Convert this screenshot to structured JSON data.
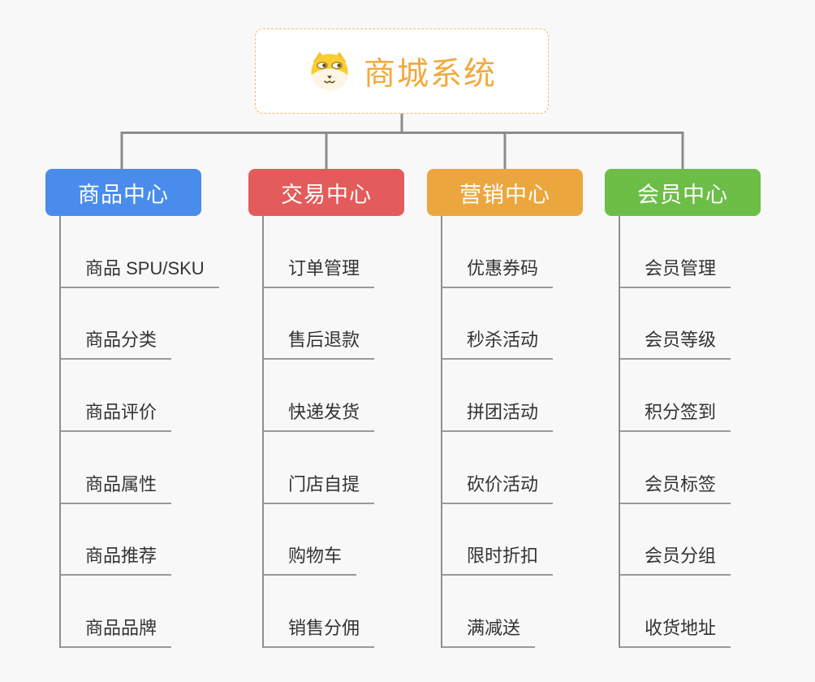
{
  "canvas": {
    "background_color": "#f8f8f8"
  },
  "connectors": {
    "color": "#8c8c8c"
  },
  "root": {
    "title": "商城系统",
    "title_color": "#f2a93b",
    "border_color": "#f6bc6d",
    "icon": "dog-face-icon",
    "icon_colors": {
      "head": "#fbce30",
      "ear": "#f6c02c",
      "muzzle": "#fdf6e4",
      "features": "#6b4517"
    }
  },
  "branches": [
    {
      "label": "商品中心",
      "color": "#4a8cec",
      "items": [
        "商品 SPU/SKU",
        "商品分类",
        "商品评价",
        "商品属性",
        "商品推荐",
        "商品品牌"
      ]
    },
    {
      "label": "交易中心",
      "color": "#e45b5b",
      "items": [
        "订单管理",
        "售后退款",
        "快递发货",
        "门店自提",
        "购物车",
        "销售分佣"
      ]
    },
    {
      "label": "营销中心",
      "color": "#eba73e",
      "items": [
        "优惠券码",
        "秒杀活动",
        "拼团活动",
        "砍价活动",
        "限时折扣",
        "满减送"
      ]
    },
    {
      "label": "会员中心",
      "color": "#6cbe47",
      "items": [
        "会员管理",
        "会员等级",
        "积分签到",
        "会员标签",
        "会员分组",
        "收货地址"
      ]
    }
  ]
}
